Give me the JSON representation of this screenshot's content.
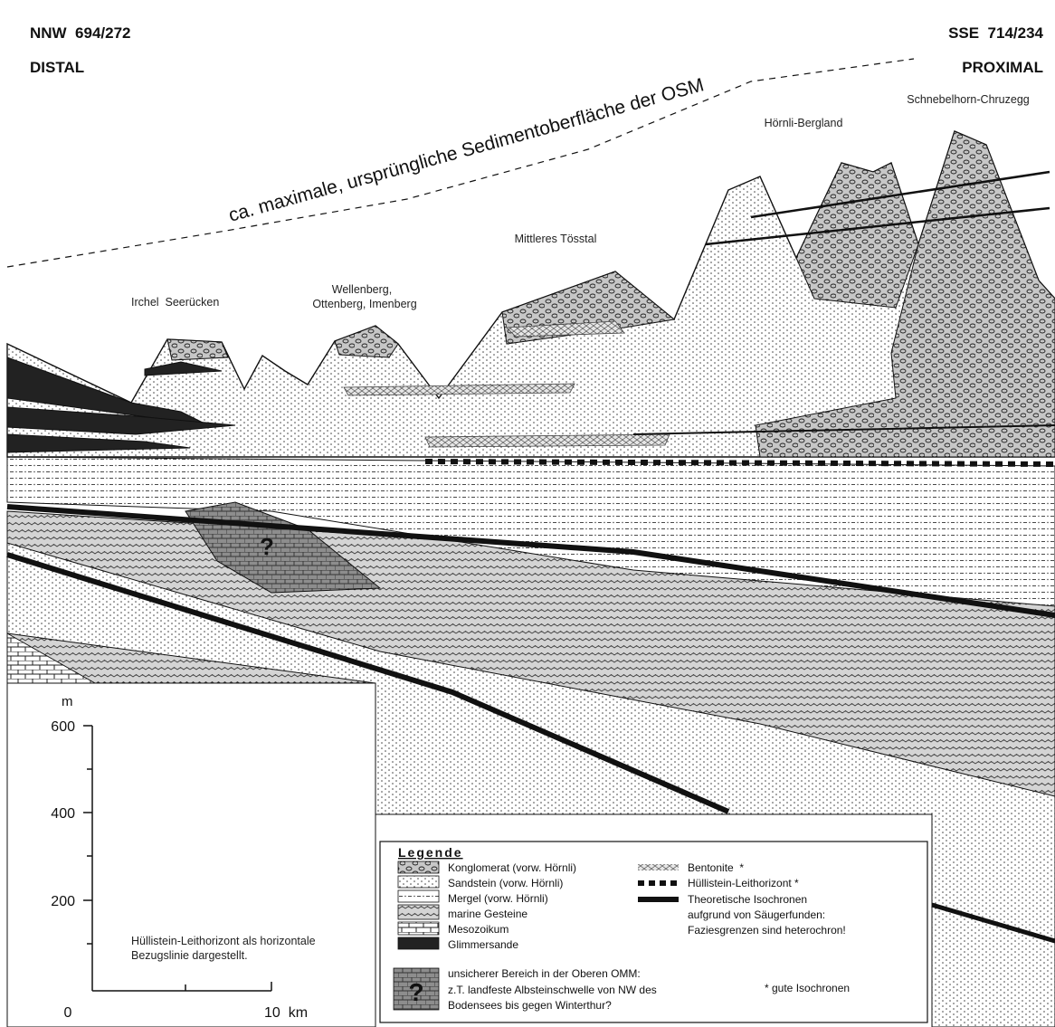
{
  "header": {
    "left_code": "NNW  694/272",
    "left_side": "DISTAL",
    "right_code": "SSE  714/234",
    "right_side": "PROXIMAL"
  },
  "surface_label": "ca. maximale, ursprüngliche Sedimentoberfläche der OSM",
  "regions": {
    "irchel": "Irchel  Seerücken",
    "wellenberg_1": "Wellenberg,",
    "wellenberg_2": "Ottenberg, Imenberg",
    "toesstal": "Mittleres Tösstal",
    "hoernli": "Hörnli-Bergland",
    "schnebelhorn": "Schnebelhorn-Chruzegg"
  },
  "question_mark": "?",
  "scale": {
    "unit_m": "m",
    "ticks": [
      "600",
      "400",
      "200",
      "0"
    ],
    "km_label": "10  km",
    "note_1": "Hüllistein-Leithorizont als horizontale",
    "note_2": "Bezugslinie dargestellt."
  },
  "legend": {
    "title": "Legende",
    "left": [
      "Konglomerat (vorw. Hörnli)",
      "Sandstein (vorw. Hörnli)",
      "Mergel (vorw. Hörnli)",
      "marine Gesteine",
      "Mesozoikum",
      "Glimmersande"
    ],
    "right": [
      "Bentonite  *",
      "Hüllistein-Leithorizont *",
      "Theoretische Isochronen",
      "aufgrund von Säugerfunden:",
      "Faziesgrenzen sind heterochron!"
    ],
    "uncertain": [
      "unsicherer Bereich in der Oberen OMM:",
      "z.T. landfeste Albsteinschwelle von NW des",
      "Bodensees bis gegen Winterthur?"
    ],
    "good_isochrones": "* gute Isochronen"
  },
  "colors": {
    "ink": "#111111",
    "paper": "#ffffff"
  }
}
